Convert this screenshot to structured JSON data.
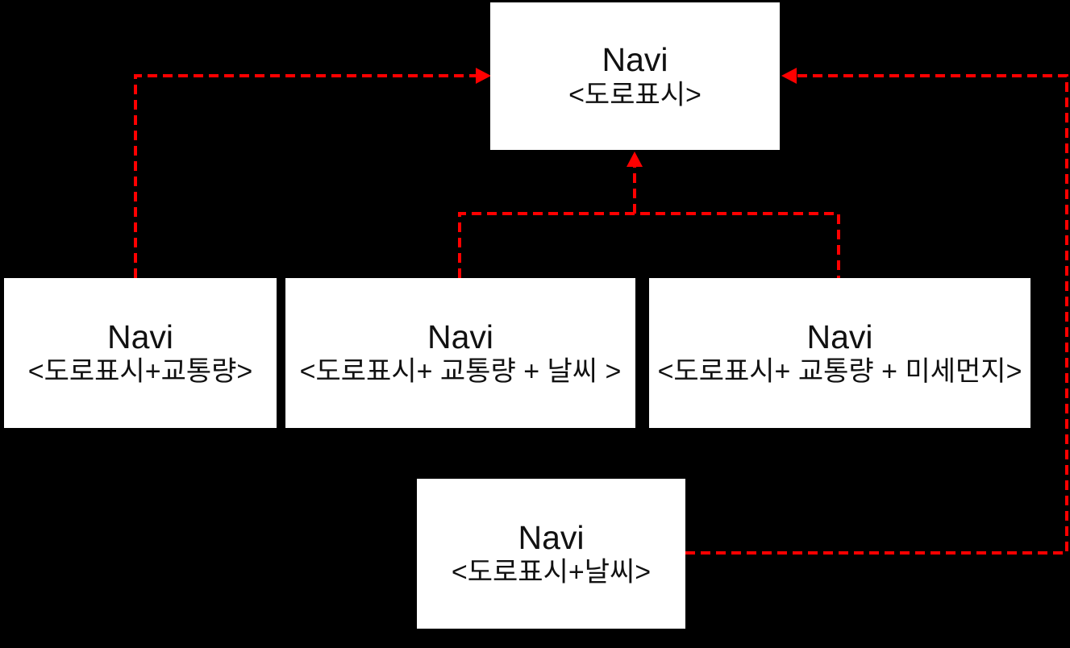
{
  "diagram": {
    "description": "Navi screen-mode state diagram: variant modes return to base road-display mode",
    "colors": {
      "background": "#000000",
      "node_fill": "#ffffff",
      "node_text": "#111111",
      "connector": "#ff0000"
    },
    "nodes": [
      {
        "id": "node-top",
        "title": "Navi",
        "subtitle": "<도로표시>"
      },
      {
        "id": "node-left",
        "title": "Navi",
        "subtitle": "<도로표시+교통량>"
      },
      {
        "id": "node-middle",
        "title": "Navi",
        "subtitle": "<도로표시+ 교통량 + 날씨 >"
      },
      {
        "id": "node-right",
        "title": "Navi",
        "subtitle": "<도로표시+ 교통량 + 미세먼지>"
      },
      {
        "id": "node-bottom",
        "title": "Navi",
        "subtitle": "<도로표시+날씨>"
      }
    ],
    "edges": [
      {
        "from": "node-left",
        "to": "node-top",
        "style": "red-dashed-arrow",
        "enters": "left-edge"
      },
      {
        "from": "node-middle",
        "to": "node-top",
        "style": "red-dashed-arrow",
        "enters": "bottom-edge",
        "merged_with": "node-right"
      },
      {
        "from": "node-right",
        "to": "node-top",
        "style": "red-dashed-arrow",
        "enters": "bottom-edge",
        "merged_with": "node-middle"
      },
      {
        "from": "node-bottom",
        "to": "node-top",
        "style": "red-dashed-arrow",
        "enters": "right-edge",
        "routed": "around-right-side"
      }
    ]
  }
}
